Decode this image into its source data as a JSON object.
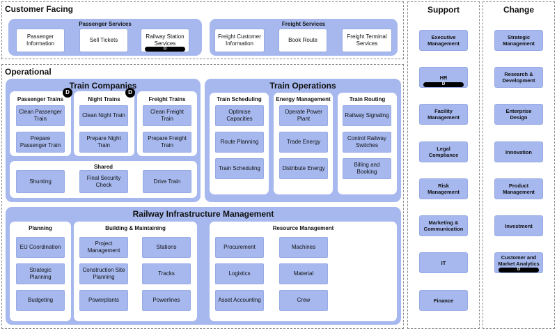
{
  "customer_facing": {
    "title": "Customer Facing",
    "passenger_services": {
      "title": "Passenger Services",
      "items": [
        "Passenger Information",
        "Sell Tickets",
        "Railway Station Services"
      ]
    },
    "freight_services": {
      "title": "Freight Services",
      "items": [
        "Freight Customer Information",
        "Book Route",
        "Freight Terminal Services"
      ]
    }
  },
  "operational": {
    "title": "Operational",
    "train_companies": {
      "title": "Train Companies",
      "passenger_trains": {
        "title": "Passenger Trains",
        "items": [
          "Clean Passenger Train",
          "Prepare Passenger Train"
        ]
      },
      "night_trains": {
        "title": "Night Trains",
        "items": [
          "Clean Night Train",
          "Prepare Night Train"
        ]
      },
      "freight_trains": {
        "title": "Freight Trains",
        "items": [
          "Clean Freight Train",
          "Prepare Freight Train"
        ]
      },
      "shared": {
        "title": "Shared",
        "items": [
          "Shunting",
          "Final Security Check",
          "Drive Train"
        ]
      }
    },
    "train_operations": {
      "title": "Train Operations",
      "train_scheduling": {
        "title": "Train Scheduling",
        "items": [
          "Optimise Capacities",
          "Route Planning",
          "Train Scheduling"
        ]
      },
      "energy_management": {
        "title": "Energy Management",
        "items": [
          "Operate Power Plant",
          "Trade Energy",
          "Distribute Energy"
        ]
      },
      "train_routing": {
        "title": "Train Routing",
        "items": [
          "Railway Signaling",
          "Control Railway Switches",
          "Billing and Booking"
        ]
      }
    },
    "infrastructure": {
      "title": "Railway Infrastructure Management",
      "planning": {
        "title": "Planning",
        "items": [
          "EU Coordination",
          "Strategic Planning",
          "Budgeting"
        ]
      },
      "building": {
        "title": "Building & Maintaining",
        "items": [
          "Project Management",
          "Stations",
          "Construction Site Planning",
          "Tracks",
          "Powerplants",
          "Powerlines"
        ]
      },
      "resource": {
        "title": "Resource Management",
        "items": [
          "Procurement",
          "Machines",
          "Logistics",
          "Material",
          "Asset Accounting",
          "Crew"
        ]
      }
    }
  },
  "support": {
    "title": "Support",
    "items": [
      "Executive Management",
      "HR",
      "Facility Management",
      "Legal Compliance",
      "Risk Management",
      "Marketing & Communication",
      "IT",
      "Finance"
    ]
  },
  "change": {
    "title": "Change",
    "items": [
      "Strategic Management",
      "Research & Development",
      "Enterprise Design",
      "Innovation",
      "Product Management",
      "Investment",
      "Customer and Market Analytics"
    ]
  },
  "marker": "D"
}
